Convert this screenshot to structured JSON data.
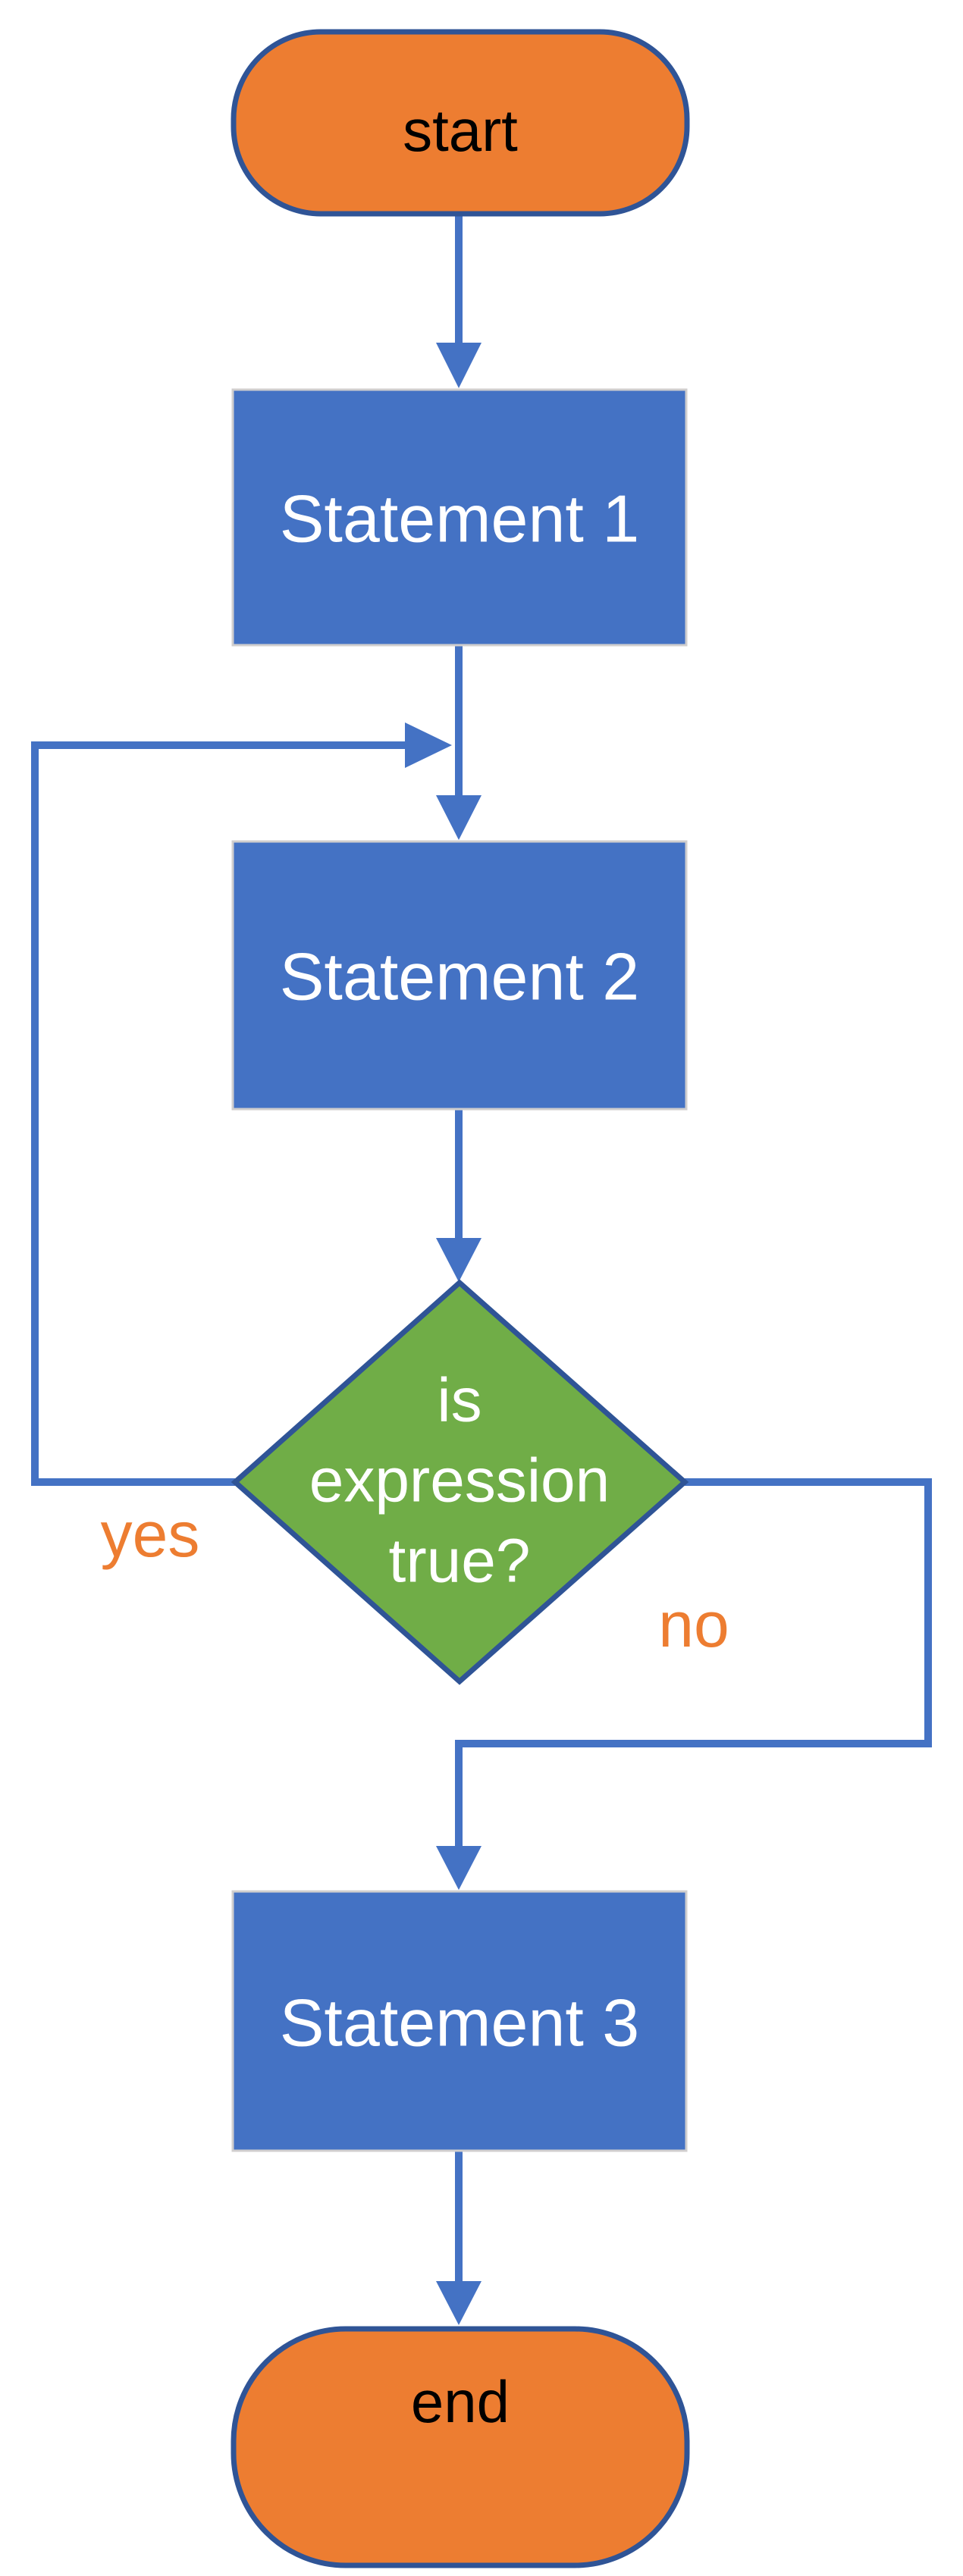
{
  "diagram": {
    "type": "flowchart",
    "nodes": [
      {
        "id": "start",
        "shape": "terminator",
        "label": "start"
      },
      {
        "id": "statement-1",
        "shape": "process",
        "label": "Statement 1"
      },
      {
        "id": "statement-2",
        "shape": "process",
        "label": "Statement 2"
      },
      {
        "id": "decision",
        "shape": "decision",
        "label": "is expression true?",
        "label_lines": [
          "is",
          "expression",
          "true?"
        ]
      },
      {
        "id": "statement-3",
        "shape": "process",
        "label": "Statement 3"
      },
      {
        "id": "end",
        "shape": "terminator",
        "label": "end"
      }
    ],
    "edges": [
      {
        "from": "start",
        "to": "statement-1",
        "label": ""
      },
      {
        "from": "statement-1",
        "to": "statement-2",
        "label": ""
      },
      {
        "from": "statement-2",
        "to": "decision",
        "label": ""
      },
      {
        "from": "decision",
        "to": "statement-2",
        "label": "yes"
      },
      {
        "from": "decision",
        "to": "statement-3",
        "label": "no"
      },
      {
        "from": "statement-3",
        "to": "end",
        "label": ""
      }
    ]
  },
  "colors": {
    "background": "#ffffff",
    "process_fill": "#4472c4",
    "process_border": "#d0cece",
    "process_text": "#ffffff",
    "terminator_fill": "#ed7d31",
    "terminator_border": "#2f5496",
    "terminator_text": "#000000",
    "decision_fill": "#70ad47",
    "decision_border": "#2f5496",
    "decision_text": "#ffffff",
    "connector": "#4472c4",
    "edge_label_text": "#ed7d31"
  }
}
